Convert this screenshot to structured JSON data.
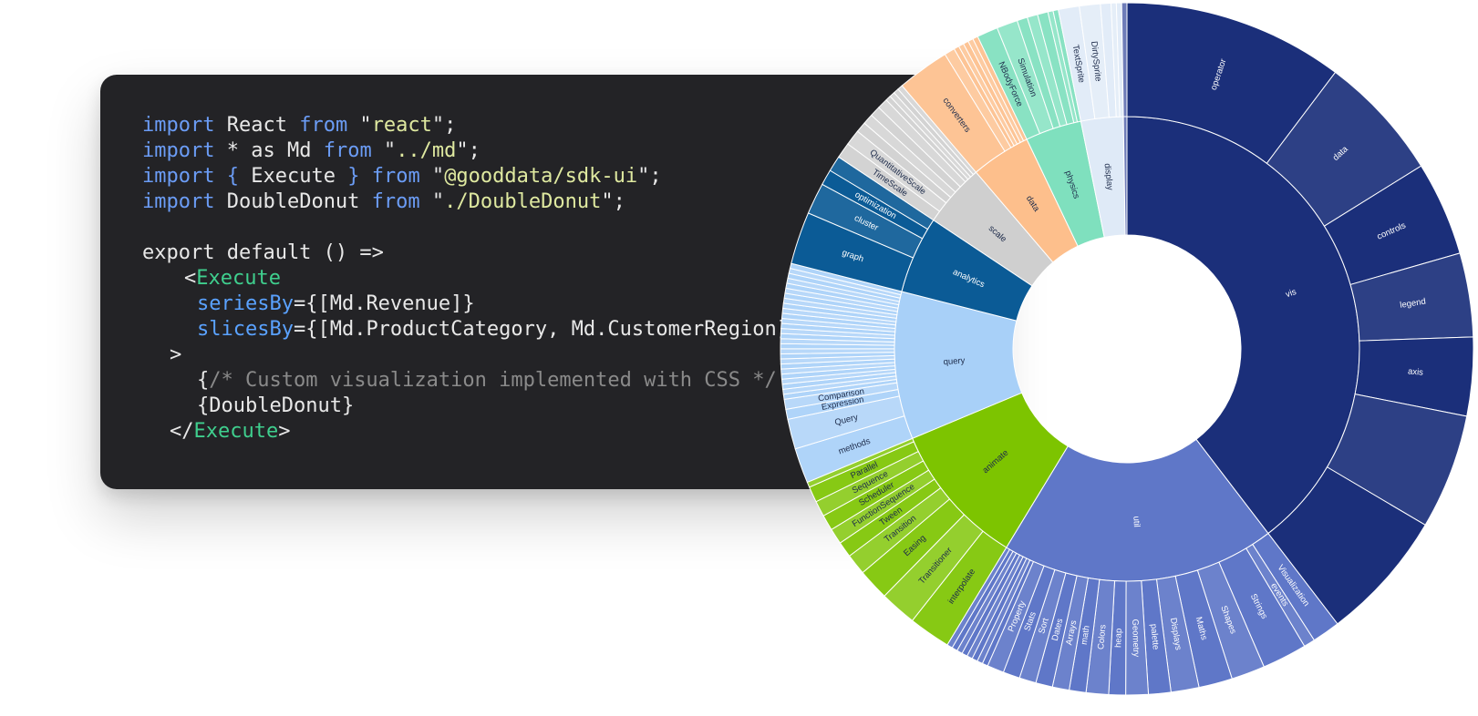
{
  "code": {
    "lines": [
      [
        {
          "t": "import",
          "c": "kw"
        },
        {
          "t": " React ",
          "c": ""
        },
        {
          "t": "from",
          "c": "kw"
        },
        {
          "t": " \"",
          "c": ""
        },
        {
          "t": "react",
          "c": "str"
        },
        {
          "t": "\";",
          "c": ""
        }
      ],
      [
        {
          "t": "import",
          "c": "kw"
        },
        {
          "t": " * as Md ",
          "c": ""
        },
        {
          "t": "from",
          "c": "kw"
        },
        {
          "t": " \"",
          "c": ""
        },
        {
          "t": "../md",
          "c": "str"
        },
        {
          "t": "\";",
          "c": ""
        }
      ],
      [
        {
          "t": "import",
          "c": "kw"
        },
        {
          "t": " ",
          "c": ""
        },
        {
          "t": "{",
          "c": "kw"
        },
        {
          "t": " Execute ",
          "c": ""
        },
        {
          "t": "}",
          "c": "kw"
        },
        {
          "t": " ",
          "c": ""
        },
        {
          "t": "from",
          "c": "kw"
        },
        {
          "t": " \"",
          "c": ""
        },
        {
          "t": "@gooddata/sdk-ui",
          "c": "str"
        },
        {
          "t": "\";",
          "c": ""
        }
      ],
      [
        {
          "t": "import",
          "c": "kw"
        },
        {
          "t": " DoubleDonut ",
          "c": ""
        },
        {
          "t": "from",
          "c": "kw"
        },
        {
          "t": " \"",
          "c": ""
        },
        {
          "t": "./DoubleDonut",
          "c": "str"
        },
        {
          "t": "\";",
          "c": ""
        }
      ],
      [],
      [
        {
          "t": "export default () =>",
          "c": ""
        }
      ],
      [
        {
          "t": "<",
          "c": ""
        },
        {
          "t": "Execute",
          "c": "tag"
        }
      ],
      [
        {
          "t": "seriesBy",
          "c": "attr"
        },
        {
          "t": "={[Md.Revenue]}",
          "c": ""
        }
      ],
      [
        {
          "t": "slicesBy",
          "c": "attr"
        },
        {
          "t": "={[Md.ProductCategory, Md.CustomerRegion]}",
          "c": ""
        }
      ],
      [
        {
          "t": ">",
          "c": ""
        }
      ],
      [
        {
          "t": "{",
          "c": ""
        },
        {
          "t": "/* Custom visualization implemented with CSS */",
          "c": "cm"
        },
        {
          "t": "",
          "c": ""
        }
      ],
      [
        {
          "t": "{DoubleDonut}",
          "c": ""
        }
      ],
      [
        {
          "t": "</",
          "c": ""
        },
        {
          "t": "Execute",
          "c": "tag"
        },
        {
          "t": ">",
          "c": ""
        }
      ]
    ],
    "indents": [
      0,
      0,
      0,
      0,
      0,
      0,
      1,
      2,
      2,
      3,
      2,
      2,
      3
    ]
  },
  "chart_data": {
    "type": "sunburst",
    "rings": [
      "inner",
      "outer"
    ],
    "groups": [
      {
        "name": "vis",
        "value": 162,
        "color": "#1b2f7a",
        "children": [
          {
            "name": "operator",
            "value": 42
          },
          {
            "name": "data",
            "value": 24
          },
          {
            "name": "controls",
            "value": 18
          },
          {
            "name": "legend",
            "value": 16
          },
          {
            "name": "axis",
            "value": 15
          },
          {
            "name": "",
            "value": 22
          },
          {
            "name": "",
            "value": 25
          }
        ]
      },
      {
        "name": "util",
        "value": 78,
        "color": "#5f77c8",
        "children": [
          {
            "name": "Visualization",
            "value": 5
          },
          {
            "name": "events",
            "value": 2
          },
          {
            "name": "Strings",
            "value": 8
          },
          {
            "name": "Shapes",
            "value": 6
          },
          {
            "name": "Maths",
            "value": 6
          },
          {
            "name": "Displays",
            "value": 5
          },
          {
            "name": "palette",
            "value": 4
          },
          {
            "name": "Geometry",
            "value": 4
          },
          {
            "name": "heap",
            "value": 3
          },
          {
            "name": "Colors",
            "value": 4
          },
          {
            "name": "math",
            "value": 3
          },
          {
            "name": "Arrays",
            "value": 3
          },
          {
            "name": "Dates",
            "value": 3
          },
          {
            "name": "Sort",
            "value": 3
          },
          {
            "name": "Stats",
            "value": 3
          },
          {
            "name": "Property",
            "value": 3
          },
          {
            "name": "",
            "value": 1
          },
          {
            "name": "",
            "value": 1
          },
          {
            "name": "",
            "value": 1
          },
          {
            "name": "",
            "value": 1
          },
          {
            "name": "",
            "value": 1
          },
          {
            "name": "",
            "value": 1
          },
          {
            "name": "",
            "value": 1
          },
          {
            "name": "",
            "value": 1
          }
        ]
      },
      {
        "name": "animate",
        "value": 41,
        "color": "#7dc400",
        "children": [
          {
            "name": "interpolate",
            "value": 8
          },
          {
            "name": "Transitioner",
            "value": 7
          },
          {
            "name": "Easing",
            "value": 6
          },
          {
            "name": "Transition",
            "value": 4
          },
          {
            "name": "Tween",
            "value": 3
          },
          {
            "name": "FunctionSequence",
            "value": 3
          },
          {
            "name": "Scheduler",
            "value": 3
          },
          {
            "name": "Sequence",
            "value": 3
          },
          {
            "name": "Parallel",
            "value": 3
          },
          {
            "name": "",
            "value": 1
          }
        ]
      },
      {
        "name": "query",
        "value": 42,
        "color": "#a8d0f8",
        "children": [
          {
            "name": "methods",
            "value": 7
          },
          {
            "name": "Query",
            "value": 6
          },
          {
            "name": "Expression",
            "value": 2
          },
          {
            "name": "Comparison",
            "value": 2
          },
          {
            "name": "",
            "value": 1
          },
          {
            "name": "",
            "value": 1
          },
          {
            "name": "",
            "value": 1
          },
          {
            "name": "",
            "value": 1
          },
          {
            "name": "",
            "value": 1
          },
          {
            "name": "",
            "value": 1
          },
          {
            "name": "",
            "value": 1
          },
          {
            "name": "",
            "value": 1
          },
          {
            "name": "",
            "value": 1
          },
          {
            "name": "",
            "value": 1
          },
          {
            "name": "",
            "value": 1
          },
          {
            "name": "",
            "value": 1
          },
          {
            "name": "",
            "value": 1
          },
          {
            "name": "",
            "value": 1
          },
          {
            "name": "",
            "value": 1
          },
          {
            "name": "",
            "value": 1
          },
          {
            "name": "",
            "value": 1
          },
          {
            "name": "",
            "value": 1
          },
          {
            "name": "",
            "value": 1
          },
          {
            "name": "",
            "value": 1
          },
          {
            "name": "",
            "value": 1
          },
          {
            "name": "",
            "value": 1
          },
          {
            "name": "",
            "value": 1
          },
          {
            "name": "",
            "value": 1
          },
          {
            "name": "",
            "value": 1
          },
          {
            "name": "",
            "value": 1
          },
          {
            "name": "",
            "value": 1
          }
        ]
      },
      {
        "name": "analytics",
        "value": 22,
        "color": "#0b5b96",
        "children": [
          {
            "name": "graph",
            "value": 10
          },
          {
            "name": "cluster",
            "value": 6
          },
          {
            "name": "optimization",
            "value": 3
          },
          {
            "name": "",
            "value": 3
          }
        ]
      },
      {
        "name": "scale",
        "value": 18,
        "color": "#cfcfcf",
        "children": [
          {
            "name": "TimeScale",
            "value": 3
          },
          {
            "name": "QuantitativeScale",
            "value": 3
          },
          {
            "name": "",
            "value": 2
          },
          {
            "name": "",
            "value": 2
          },
          {
            "name": "",
            "value": 2
          },
          {
            "name": "",
            "value": 2
          },
          {
            "name": "",
            "value": 1
          },
          {
            "name": "",
            "value": 1
          },
          {
            "name": "",
            "value": 1
          },
          {
            "name": "",
            "value": 1
          }
        ]
      },
      {
        "name": "data",
        "value": 17,
        "color": "#fdbf8c",
        "children": [
          {
            "name": "converters",
            "value": 10
          },
          {
            "name": "",
            "value": 2
          },
          {
            "name": "",
            "value": 1
          },
          {
            "name": "",
            "value": 1
          },
          {
            "name": "",
            "value": 1
          },
          {
            "name": "",
            "value": 1
          },
          {
            "name": "",
            "value": 1
          }
        ]
      },
      {
        "name": "physics",
        "value": 16,
        "color": "#7fe0be",
        "children": [
          {
            "name": "NBodyForce",
            "value": 4
          },
          {
            "name": "Simulation",
            "value": 4
          },
          {
            "name": "",
            "value": 2
          },
          {
            "name": "",
            "value": 2
          },
          {
            "name": "",
            "value": 2
          },
          {
            "name": "",
            "value": 1
          },
          {
            "name": "",
            "value": 1
          }
        ]
      },
      {
        "name": "display",
        "value": 12,
        "color": "#dfeaf7",
        "children": [
          {
            "name": "TextSprite",
            "value": 4
          },
          {
            "name": "DirtySprite",
            "value": 4
          },
          {
            "name": "",
            "value": 2
          },
          {
            "name": "",
            "value": 1
          },
          {
            "name": "",
            "value": 1
          }
        ]
      },
      {
        "name": "",
        "value": 1,
        "color": "#6e7cb8",
        "children": [
          {
            "name": "",
            "value": 1
          }
        ]
      }
    ],
    "dark_label_groups": [
      "query",
      "scale",
      "data",
      "physics",
      "display",
      "animate"
    ]
  }
}
